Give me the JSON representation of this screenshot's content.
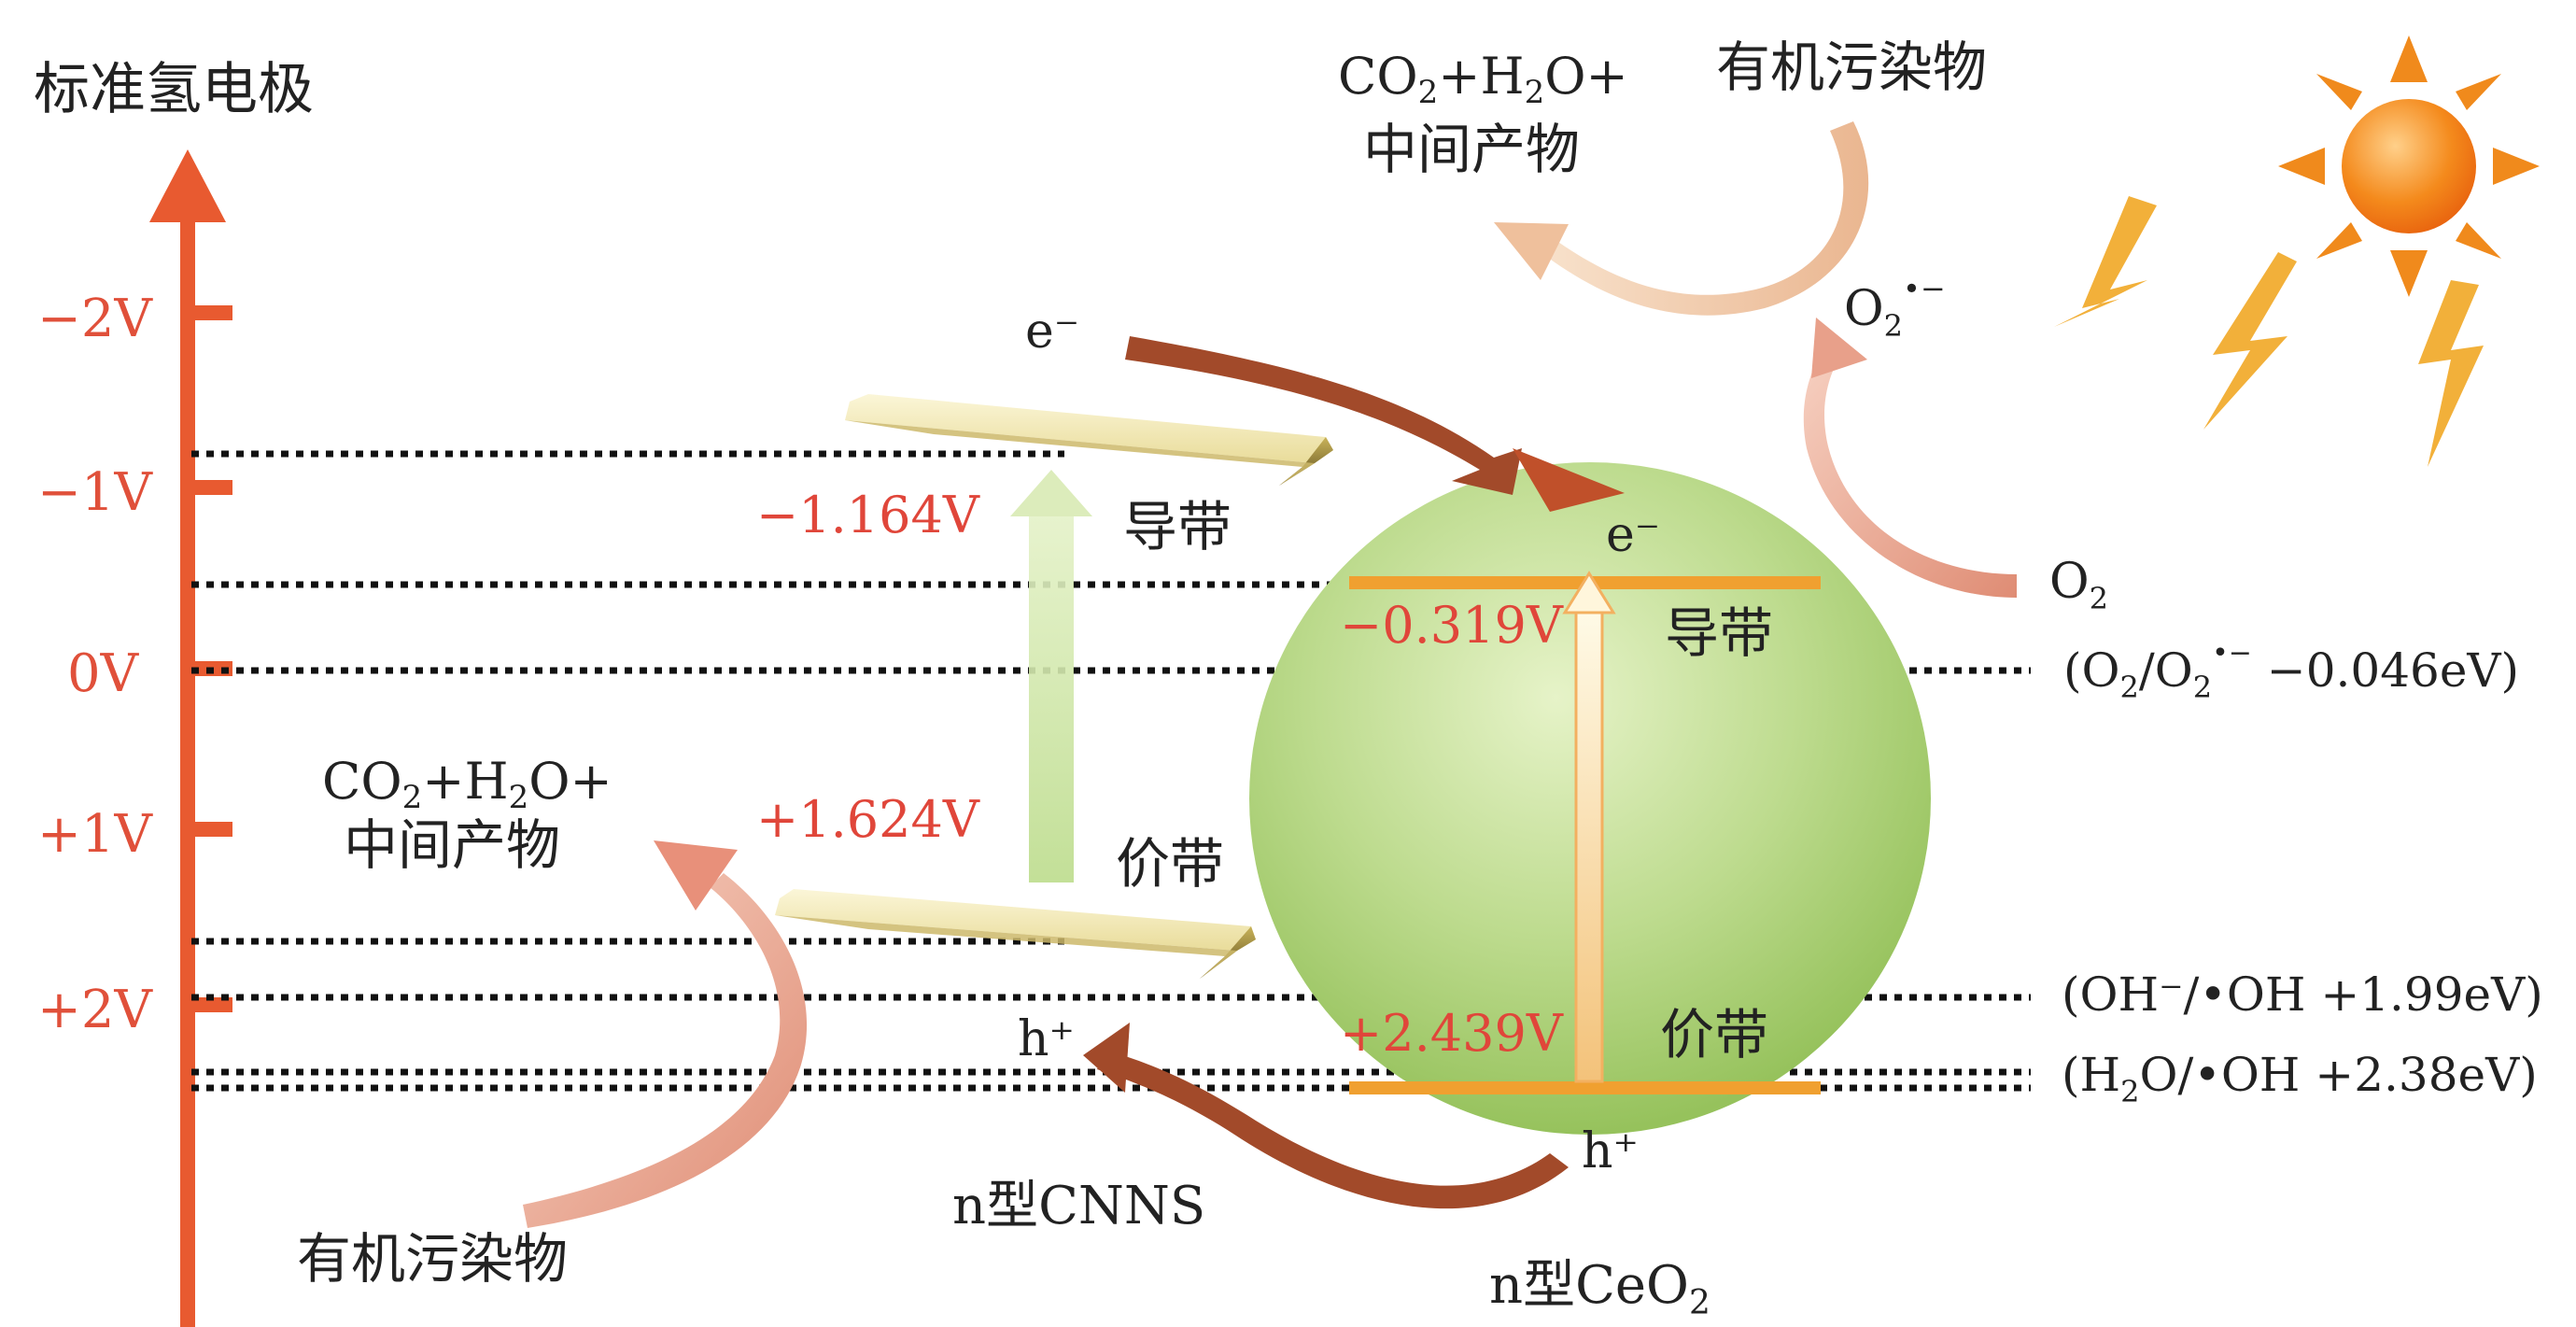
{
  "axis": {
    "title": "标准氢电极",
    "ticks": [
      "−2V",
      "−1V",
      "0V",
      "+1V",
      "+2V"
    ]
  },
  "cnns": {
    "name": "n型CNNS",
    "cb_value": "−1.164V",
    "vb_value": "+1.624V",
    "cb_label": "导带",
    "vb_label": "价带",
    "electron": "e⁻",
    "hole": "h⁺"
  },
  "ceo2": {
    "name_prefix": "n型CeO",
    "name_sub": "2",
    "cb_value": "−0.319V",
    "vb_value": "+2.439V",
    "cb_label": "导带",
    "vb_label": "价带",
    "electron": "e⁻",
    "hole": "h⁺"
  },
  "left_reaction": {
    "product_line1_a": "CO",
    "product_line1_sub1": "2",
    "product_line1_b": "+H",
    "product_line1_sub2": "2",
    "product_line1_c": "O+",
    "product_line2": "中间产物",
    "reactant": "有机污染物"
  },
  "top_reaction": {
    "product_line1_a": "CO",
    "product_line1_sub1": "2",
    "product_line1_b": "+H",
    "product_line1_sub2": "2",
    "product_line1_c": "O+",
    "product_line2": "中间产物",
    "reactant": "有机污染物"
  },
  "oxygen": {
    "o2": "O",
    "o2_sub": "2",
    "radical": "O",
    "radical_sub": "2",
    "radical_sup": "•−"
  },
  "potentials": {
    "o2_line_a": "(O",
    "o2_line_sub": "2",
    "o2_line_b": "/O",
    "o2_line_sub2": "2",
    "o2_line_sup": "•−",
    "o2_line_c": " −0.046eV)",
    "oh_line": "(OH⁻/•OH +1.99eV)",
    "h2o_line_a": "(H",
    "h2o_line_sub": "2",
    "h2o_line_b": "O/•OH +2.38eV)"
  },
  "colors": {
    "axis": "#e85a30",
    "red_text": "#e0463a",
    "arrow_brown": "#a24a2a",
    "arrow_salmon": "#e8907a",
    "sphere": "#a9cf72",
    "band_orange": "#f0a030",
    "sun": "#f08a1c",
    "lightning": "#f2b03a",
    "dotted": "#111111"
  }
}
